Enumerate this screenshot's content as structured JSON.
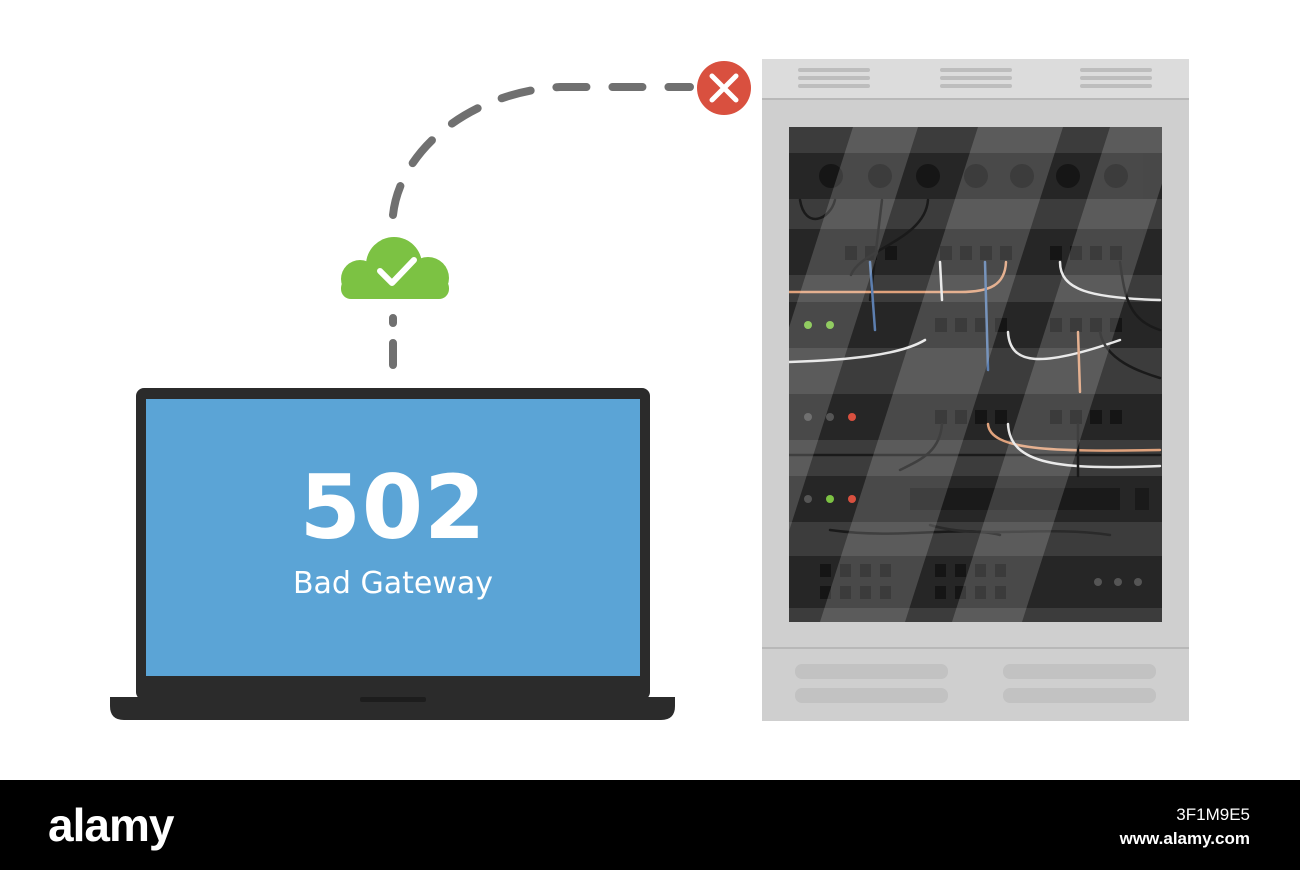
{
  "screen": {
    "code": "502",
    "message": "Bad Gateway"
  },
  "footer": {
    "brand": "alamy",
    "image_id": "3F1M9E5",
    "site": "www.alamy.com"
  },
  "status": {
    "client_link": {
      "icon": "cloud-check-icon",
      "state": "ok",
      "color": "#7cc243"
    },
    "server_link": {
      "icon": "close-icon",
      "state": "failed",
      "color": "#d9503f"
    }
  },
  "colors": {
    "screen": "#5ba4d6",
    "laptop_frame": "#2b2b2b",
    "rack_frame": "#cfcfcf",
    "rack_inner": "#3c3c3c",
    "dashed_line": "#707070"
  }
}
